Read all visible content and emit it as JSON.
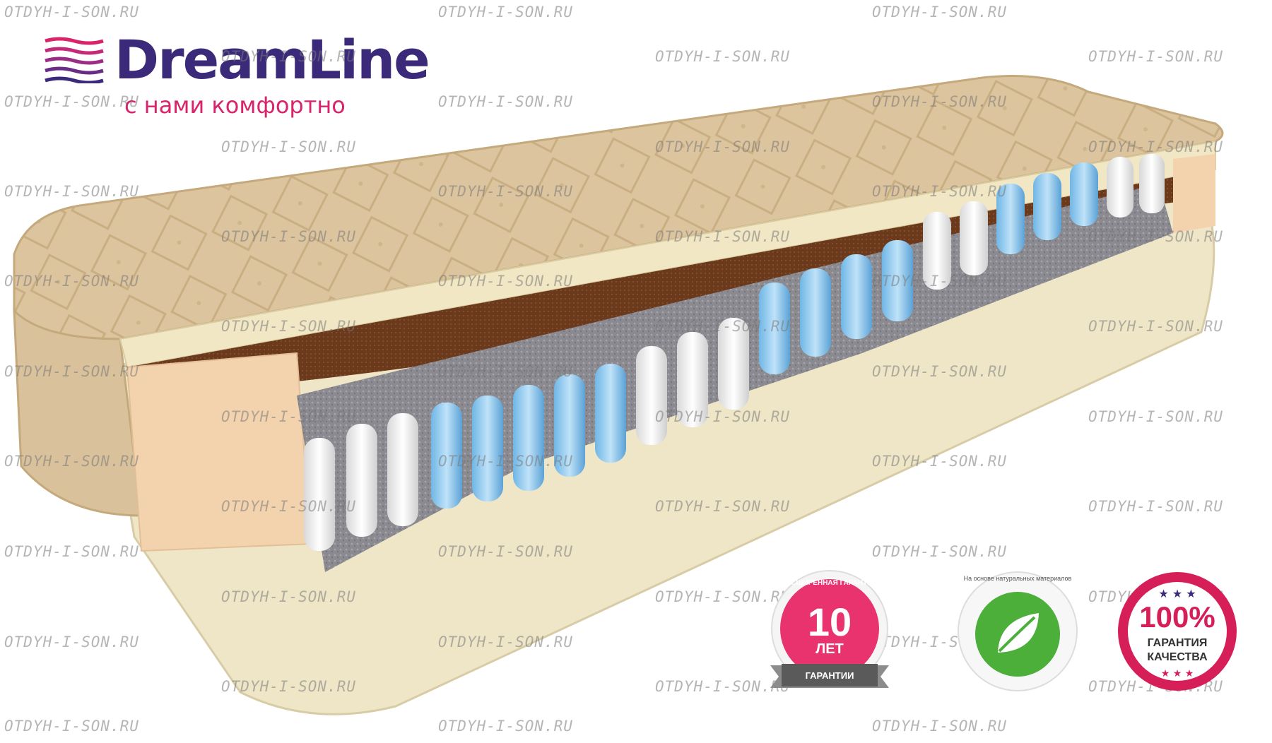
{
  "brand": {
    "name": "DreamLine",
    "tagline": "с нами комфортно",
    "primary_color": "#3b2a7a",
    "accent_color": "#d9236b"
  },
  "watermark": {
    "text": "OTDYH-I-SON.RU"
  },
  "badges": {
    "warranty": {
      "arc_text": "РАСШИРЕННАЯ ГАРАНТИЯ",
      "number": "10",
      "unit": "ЛЕТ",
      "ribbon": "ГАРАНТИИ",
      "color": "#e8336f"
    },
    "natural": {
      "arc_text": "На основе натуральных материалов",
      "icon": "leaf-icon",
      "color": "#4caf3a"
    },
    "quality": {
      "percent": "100%",
      "line1": "ГАРАНТИЯ",
      "line2": "КАЧЕСТВА",
      "color": "#d61f58"
    }
  },
  "product": {
    "icon": "mattress-cutaway-icon"
  }
}
